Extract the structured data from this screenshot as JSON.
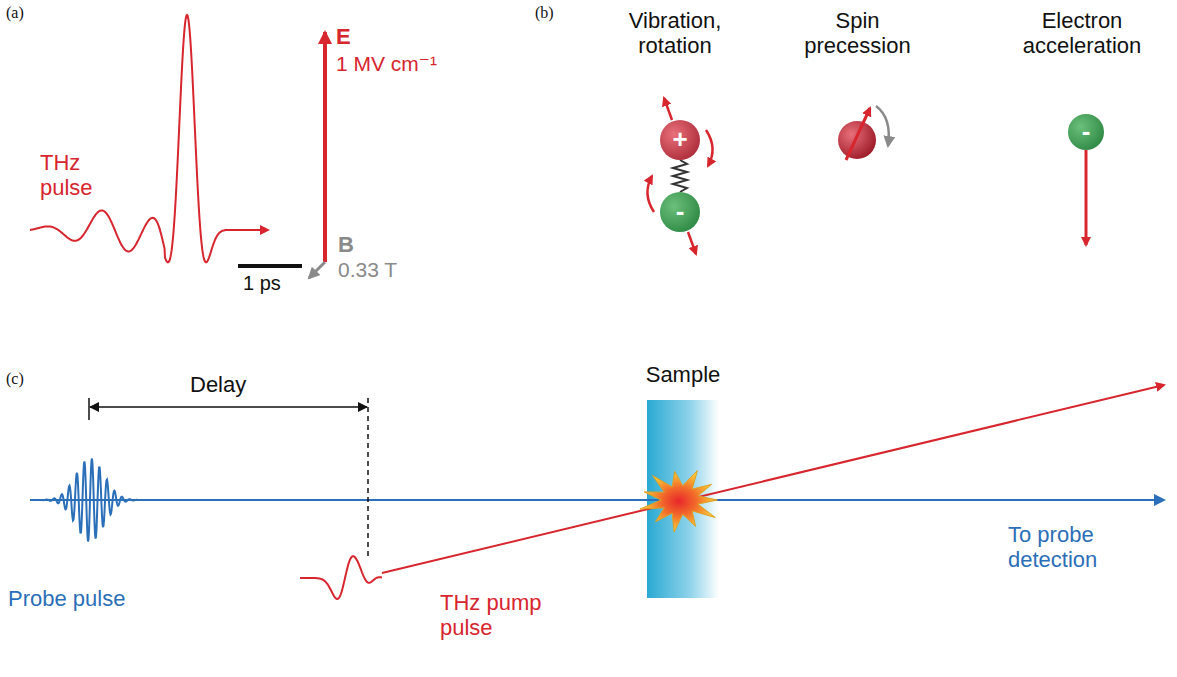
{
  "diagram": {
    "nodes": [
      {
        "text": [
          "+"
        ]
      },
      {
        "text": [
          "-"
        ]
      },
      {
        "text": [
          "-"
        ]
      },
      {
        "text": [
          "Sample"
        ]
      }
    ],
    "edges": [
      {
        "from": 0,
        "to": 1,
        "arrow": "none"
      }
    ],
    "labels": [
      "(a)",
      "THz pulse",
      "1 ps",
      "E",
      "1 MV cm⁻¹",
      "B",
      "0.33 T",
      "(b)",
      "Vibration, rotation",
      "Spin precession",
      "Electron acceleration",
      "(c)",
      "Delay",
      "Probe pulse",
      "THz pump pulse",
      "To probe detection"
    ]
  }
}
